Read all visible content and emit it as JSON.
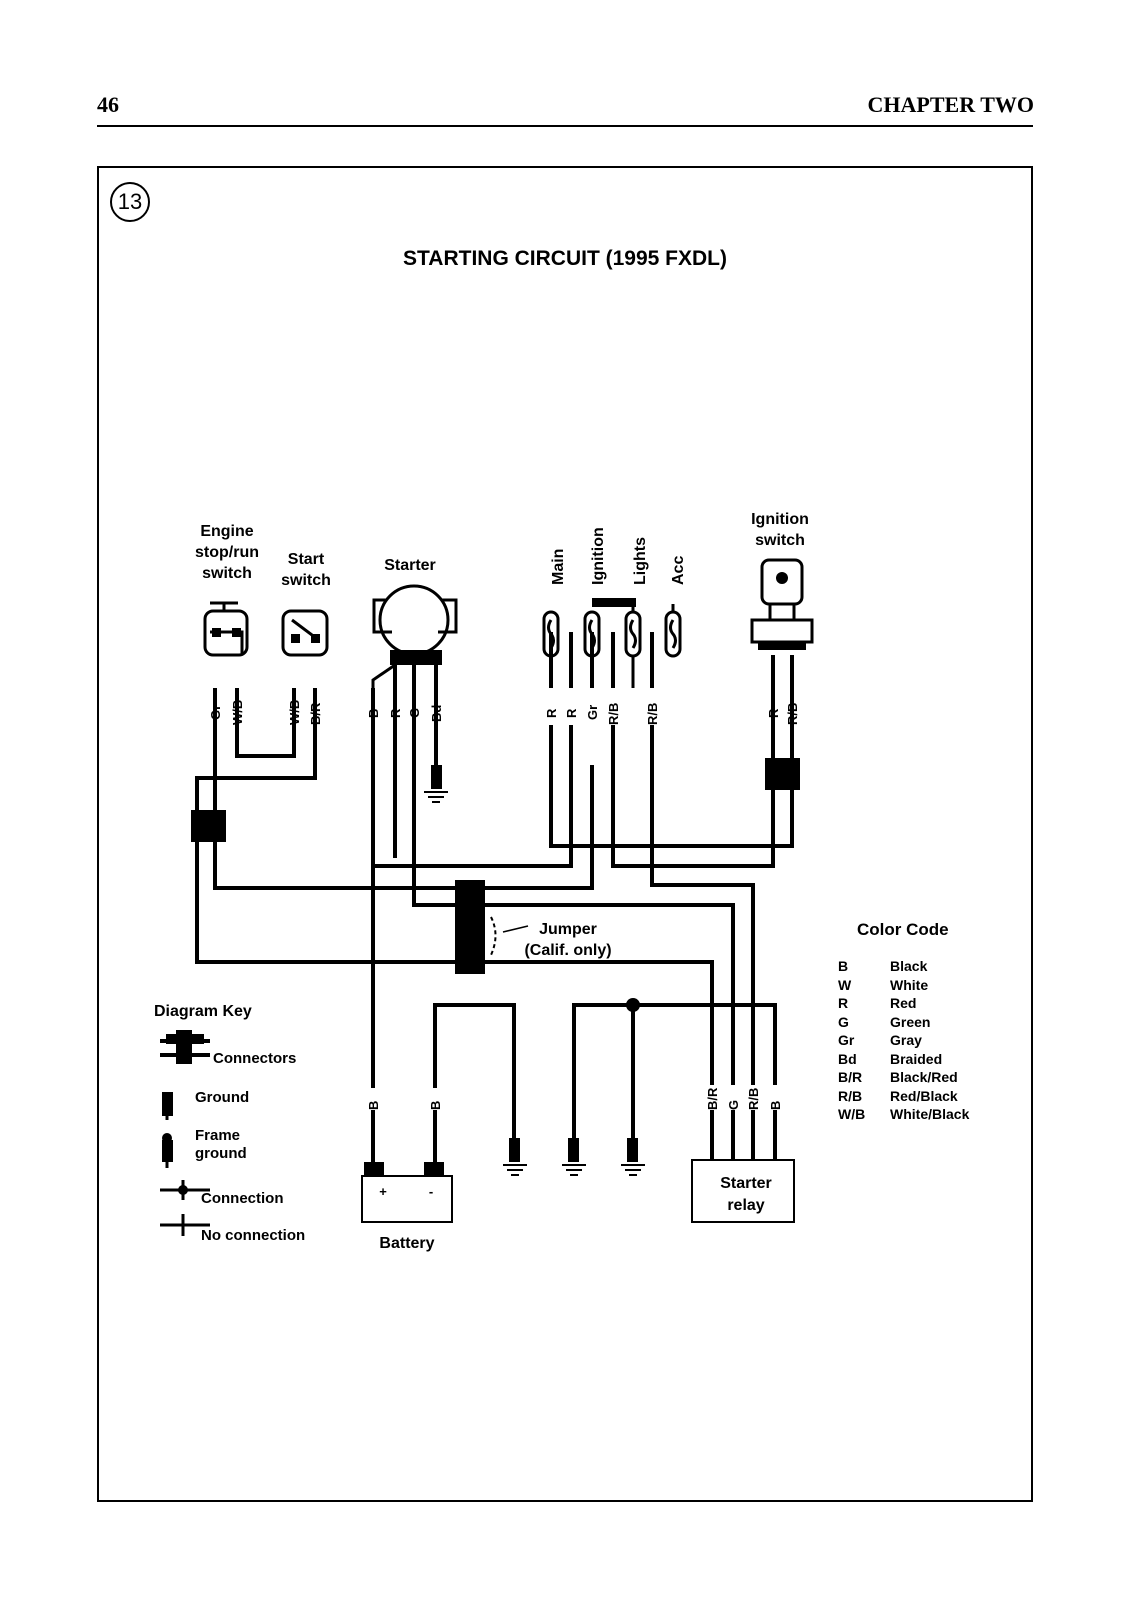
{
  "header": {
    "page_number": "46",
    "chapter": "CHAPTER TWO"
  },
  "figure": {
    "number": "13",
    "title": "STARTING CIRCUIT (1995 FXDL)"
  },
  "components": {
    "engine_switch": [
      "Engine",
      "stop/run",
      "switch"
    ],
    "start_switch": [
      "Start",
      "switch"
    ],
    "starter": "Starter",
    "ignition_switch": [
      "Ignition",
      "switch"
    ],
    "fuses": [
      "Main",
      "Ignition",
      "Lights",
      "Acc"
    ],
    "jumper": [
      "Jumper",
      "(Calif. only)"
    ],
    "battery": "Battery",
    "battery_plus": "+",
    "battery_minus": "-",
    "starter_relay": [
      "Starter",
      "relay"
    ]
  },
  "wire_labels": {
    "engine_switch": [
      "Gr",
      "W/B"
    ],
    "start_switch": [
      "W/B",
      "B/R"
    ],
    "starter": [
      "B",
      "R",
      "G",
      "Bd"
    ],
    "fuse_block": [
      "R",
      "R",
      "Gr",
      "R/B",
      "R/B"
    ],
    "ignition_switch": [
      "R",
      "R/B"
    ],
    "battery": [
      "B",
      "B"
    ],
    "starter_relay": [
      "B/R",
      "G",
      "R/B",
      "B"
    ]
  },
  "diagram_key": {
    "title": "Diagram Key",
    "items": [
      "Connectors",
      "Ground",
      "Frame",
      "ground",
      "Connection",
      "No connection"
    ]
  },
  "color_code": {
    "title": "Color Code",
    "entries": [
      {
        "code": "B",
        "name": "Black"
      },
      {
        "code": "W",
        "name": "White"
      },
      {
        "code": "R",
        "name": "Red"
      },
      {
        "code": "G",
        "name": "Green"
      },
      {
        "code": "Gr",
        "name": "Gray"
      },
      {
        "code": "Bd",
        "name": "Braided"
      },
      {
        "code": "B/R",
        "name": "Black/Red"
      },
      {
        "code": "R/B",
        "name": "Red/Black"
      },
      {
        "code": "W/B",
        "name": "White/Black"
      }
    ]
  }
}
